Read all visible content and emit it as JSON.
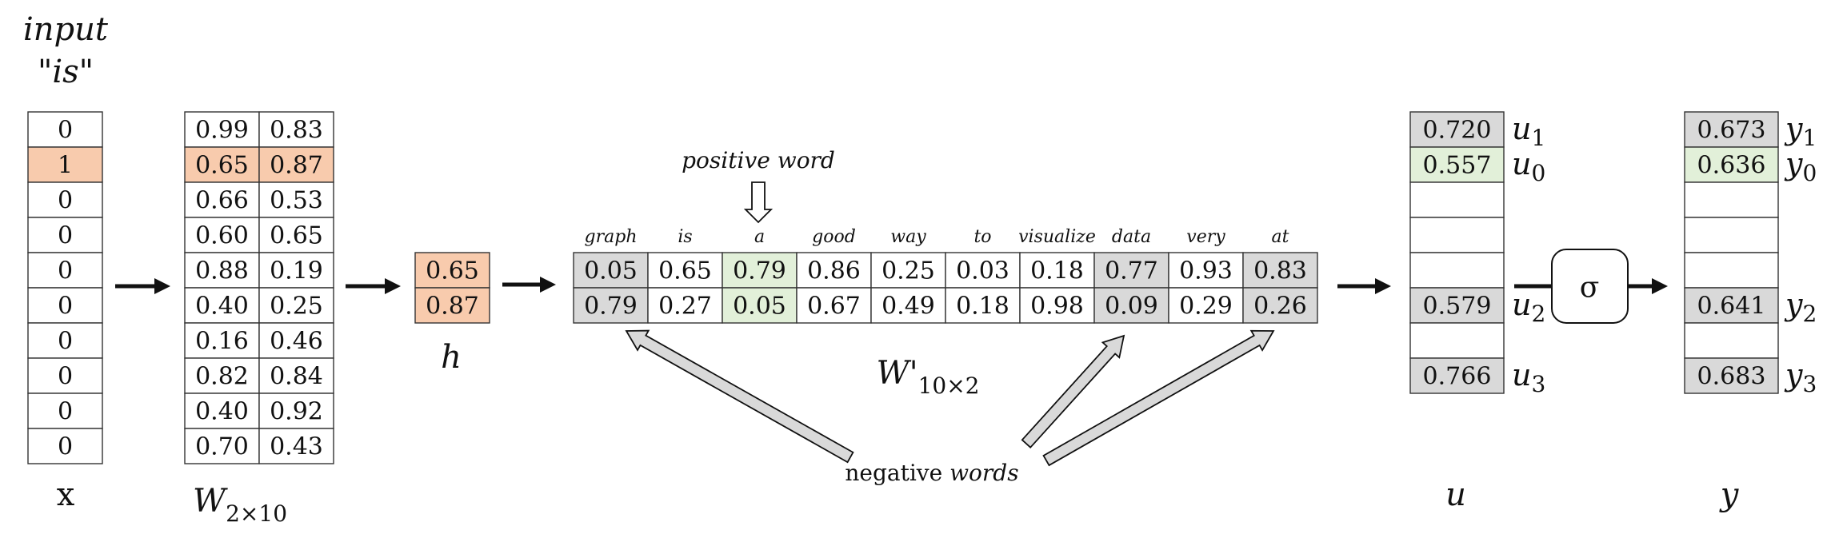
{
  "colors": {
    "selected": "#f8cbad",
    "positive": "#e2f0d9",
    "negative": "#d9d9d9",
    "border": "#333333",
    "arrow_fill": "#d9d9d9"
  },
  "input": {
    "title_line1": "input",
    "title_line2": "\"is\"",
    "values": [
      "0",
      "1",
      "0",
      "0",
      "0",
      "0",
      "0",
      "0",
      "0",
      "0"
    ],
    "selected_index": 1,
    "label": "x"
  },
  "W": {
    "label_main": "W",
    "label_sub": "2×10",
    "rows": [
      [
        "0.99",
        "0.83"
      ],
      [
        "0.65",
        "0.87"
      ],
      [
        "0.66",
        "0.53"
      ],
      [
        "0.60",
        "0.65"
      ],
      [
        "0.88",
        "0.19"
      ],
      [
        "0.40",
        "0.25"
      ],
      [
        "0.16",
        "0.46"
      ],
      [
        "0.82",
        "0.84"
      ],
      [
        "0.40",
        "0.92"
      ],
      [
        "0.70",
        "0.43"
      ]
    ],
    "selected_row": 1
  },
  "h": {
    "label": "h",
    "values": [
      "0.65",
      "0.87"
    ]
  },
  "Wp": {
    "label_main": "W'",
    "label_sub": "10×2",
    "words": [
      "graph",
      "is",
      "a",
      "good",
      "way",
      "to",
      "visualize",
      "data",
      "very",
      "at"
    ],
    "row1": [
      "0.05",
      "0.65",
      "0.79",
      "0.86",
      "0.25",
      "0.03",
      "0.18",
      "0.77",
      "0.93",
      "0.83"
    ],
    "row2": [
      "0.79",
      "0.27",
      "0.05",
      "0.67",
      "0.49",
      "0.18",
      "0.98",
      "0.09",
      "0.29",
      "0.26"
    ],
    "positive_col": 2,
    "negative_cols": [
      0,
      7,
      9
    ],
    "positive_note": "positive word",
    "negative_note_plain": "negative ",
    "negative_note_italic": "words"
  },
  "u": {
    "label": "u",
    "cells": [
      {
        "value": "0.720",
        "kind": "negative",
        "tag": "u",
        "sub": "1"
      },
      {
        "value": "0.557",
        "kind": "positive",
        "tag": "u",
        "sub": "0"
      },
      {
        "value": "",
        "kind": "empty"
      },
      {
        "value": "",
        "kind": "empty"
      },
      {
        "value": "",
        "kind": "empty"
      },
      {
        "value": "0.579",
        "kind": "negative",
        "tag": "u",
        "sub": "2"
      },
      {
        "value": "",
        "kind": "empty"
      },
      {
        "value": "0.766",
        "kind": "negative",
        "tag": "u",
        "sub": "3"
      }
    ]
  },
  "sigma": {
    "symbol": "σ"
  },
  "y": {
    "label": "y",
    "cells": [
      {
        "value": "0.673",
        "kind": "negative",
        "tag": "y",
        "sub": "1"
      },
      {
        "value": "0.636",
        "kind": "positive",
        "tag": "y",
        "sub": "0"
      },
      {
        "value": "",
        "kind": "empty"
      },
      {
        "value": "",
        "kind": "empty"
      },
      {
        "value": "",
        "kind": "empty"
      },
      {
        "value": "0.641",
        "kind": "negative",
        "tag": "y",
        "sub": "2"
      },
      {
        "value": "",
        "kind": "empty"
      },
      {
        "value": "0.683",
        "kind": "negative",
        "tag": "y",
        "sub": "3"
      }
    ]
  }
}
